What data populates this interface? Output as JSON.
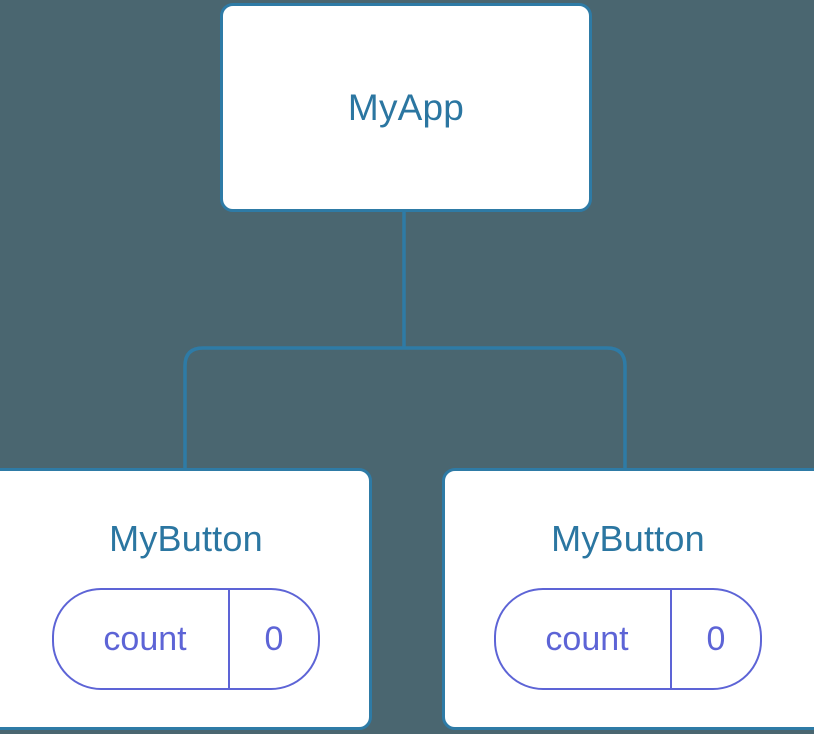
{
  "canvas": {
    "background_color": "#4a6670",
    "edge_color": "#2e7ba6",
    "node_border_color": "#2e7ba6",
    "node_background_color": "#ffffff",
    "node_title_color": "#2b76a1",
    "pill_color": "#5d64d6"
  },
  "tree": {
    "root": {
      "title": "MyApp"
    },
    "children": [
      {
        "title": "MyButton",
        "state": {
          "key": "count",
          "value": "0"
        }
      },
      {
        "title": "MyButton",
        "state": {
          "key": "count",
          "value": "0"
        }
      }
    ]
  }
}
